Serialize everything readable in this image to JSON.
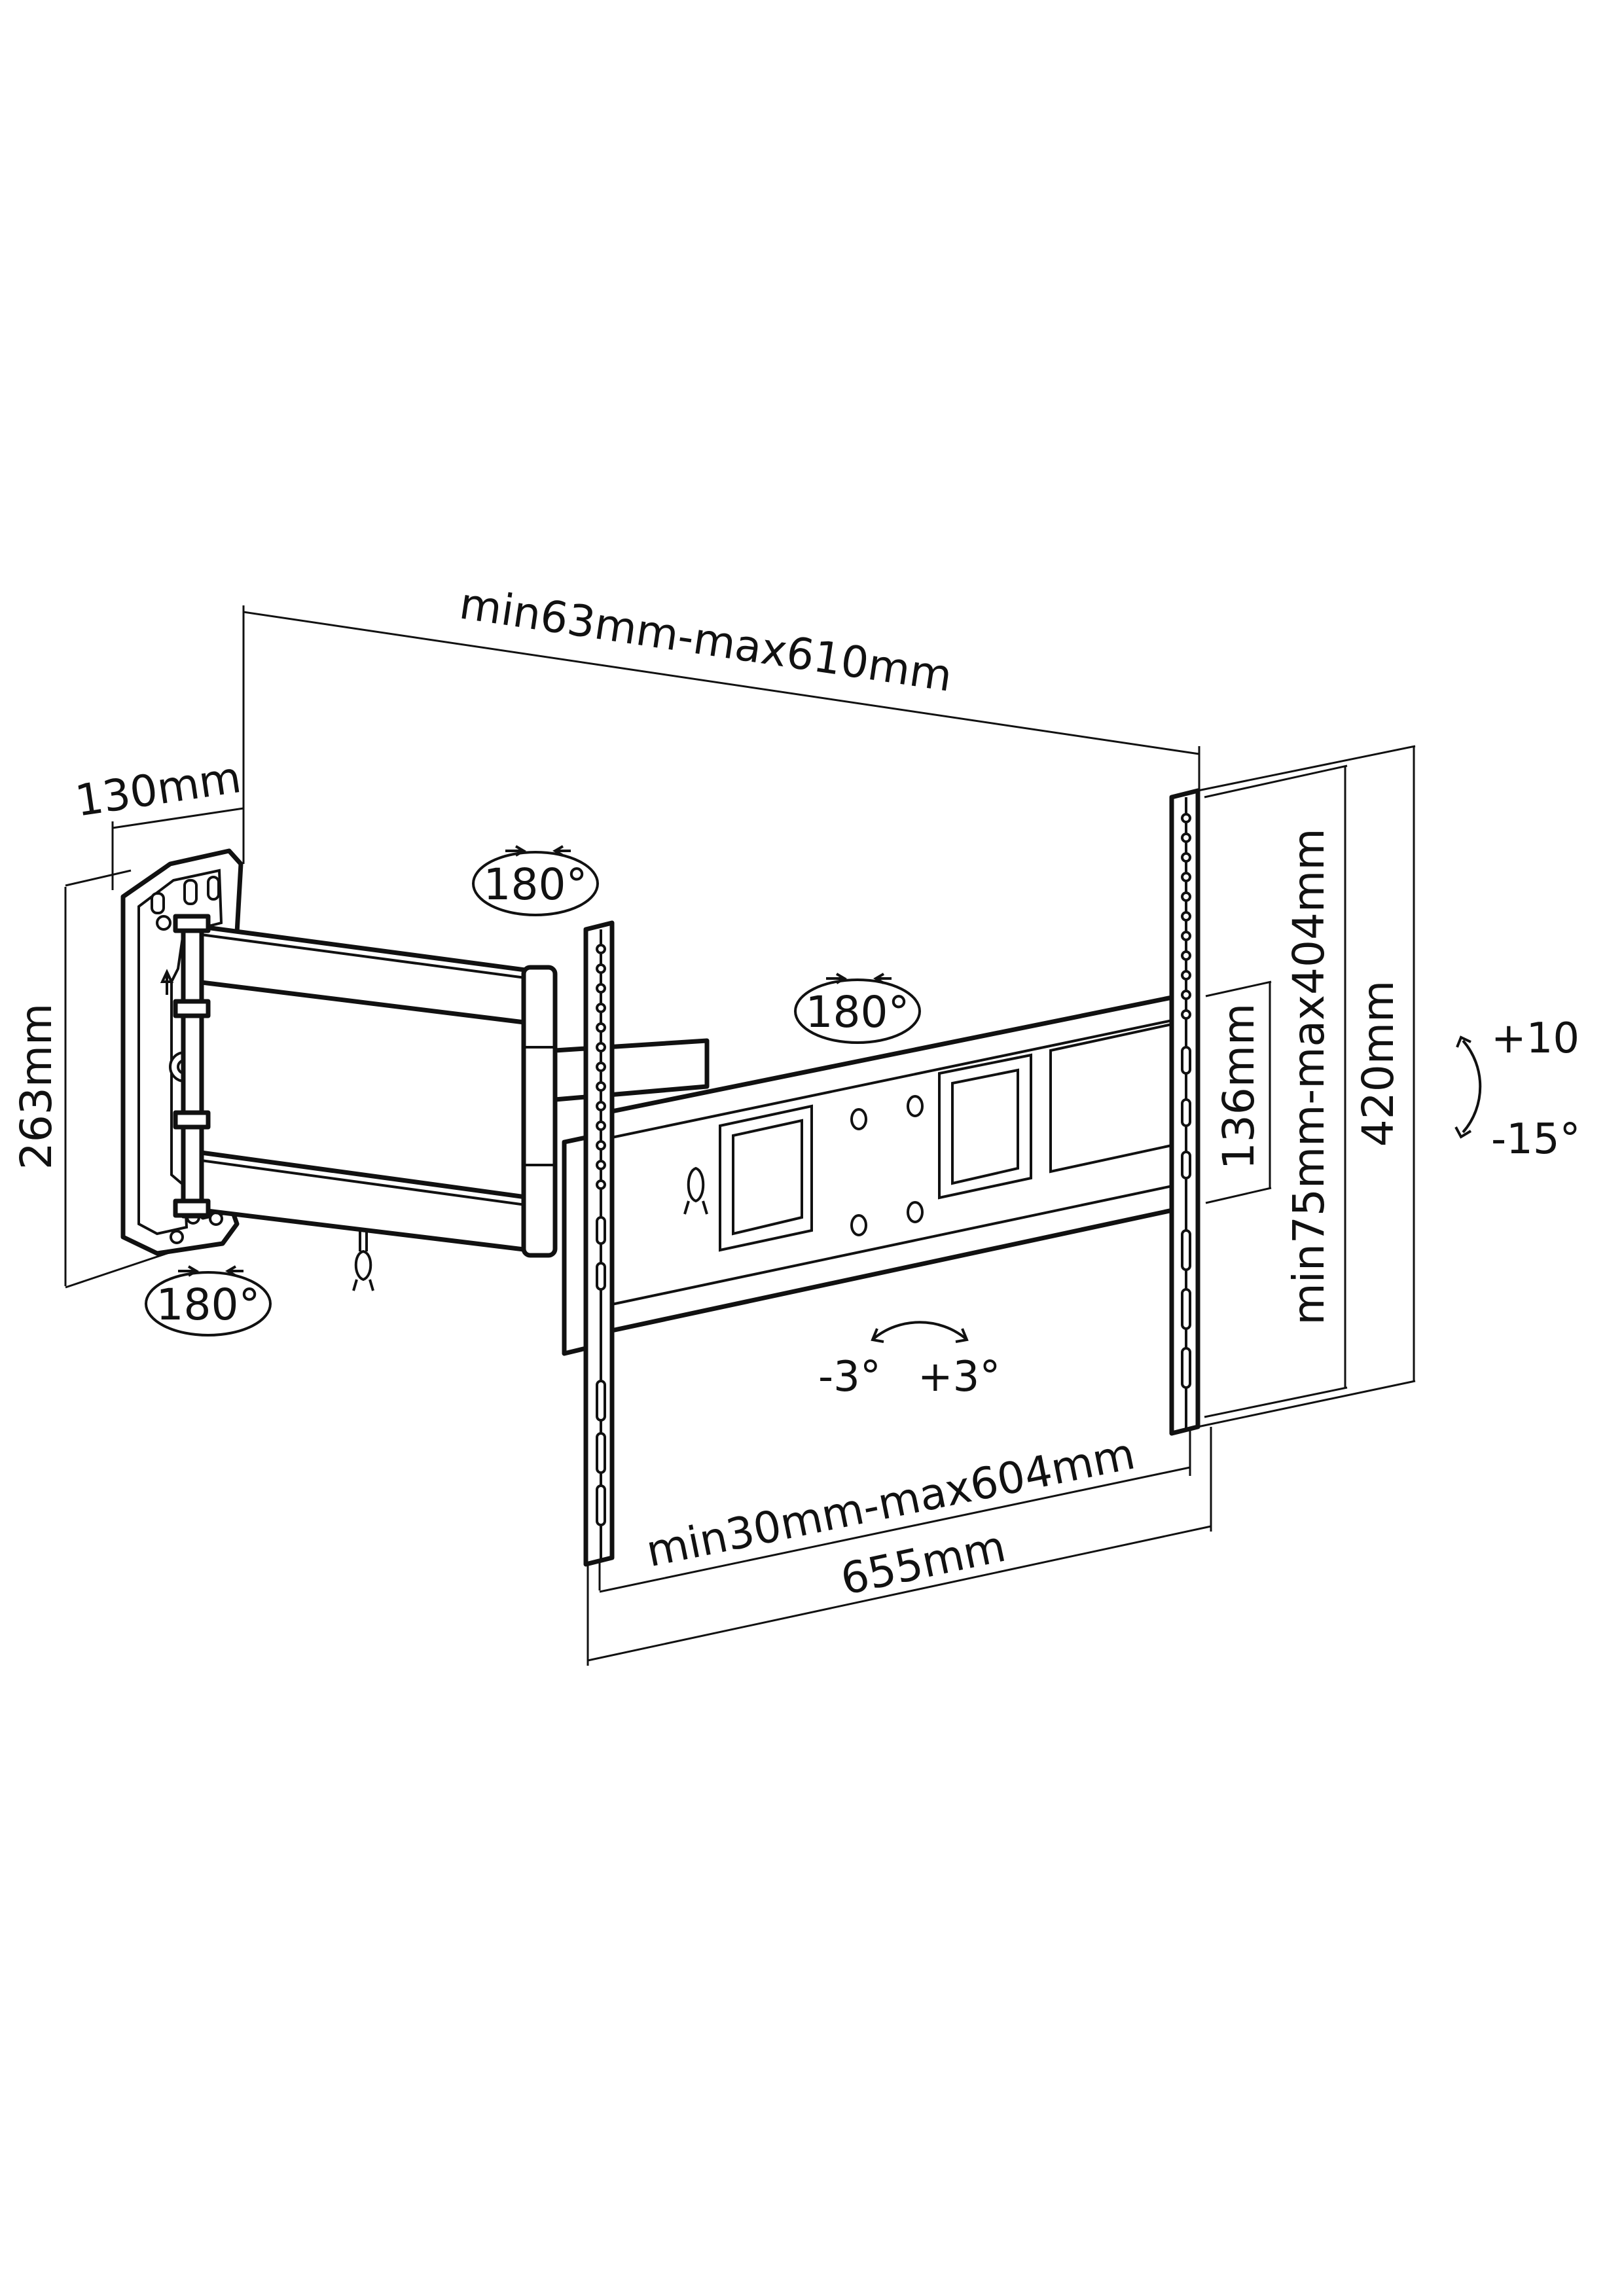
{
  "diagram": {
    "dimensions": {
      "arm_extension": "min63mm-max610mm",
      "wall_plate_depth": "130mm",
      "wall_plate_height": "263mm",
      "bracket_height": "420mm",
      "vertical_hole_spacing": "min75mm-max404mm",
      "inner_spacing": "136mm",
      "horizontal_hole_spacing": "min30mm-max604mm",
      "total_width": "655mm"
    },
    "rotation": {
      "top_left": "180°",
      "wall_plate": "180°",
      "center": "180°"
    },
    "tilt": {
      "up": "+10",
      "down": "-15°"
    },
    "level": {
      "left": "-3°",
      "right": "+3°"
    },
    "colors": {
      "line": "#111111",
      "background": "#ffffff"
    }
  }
}
